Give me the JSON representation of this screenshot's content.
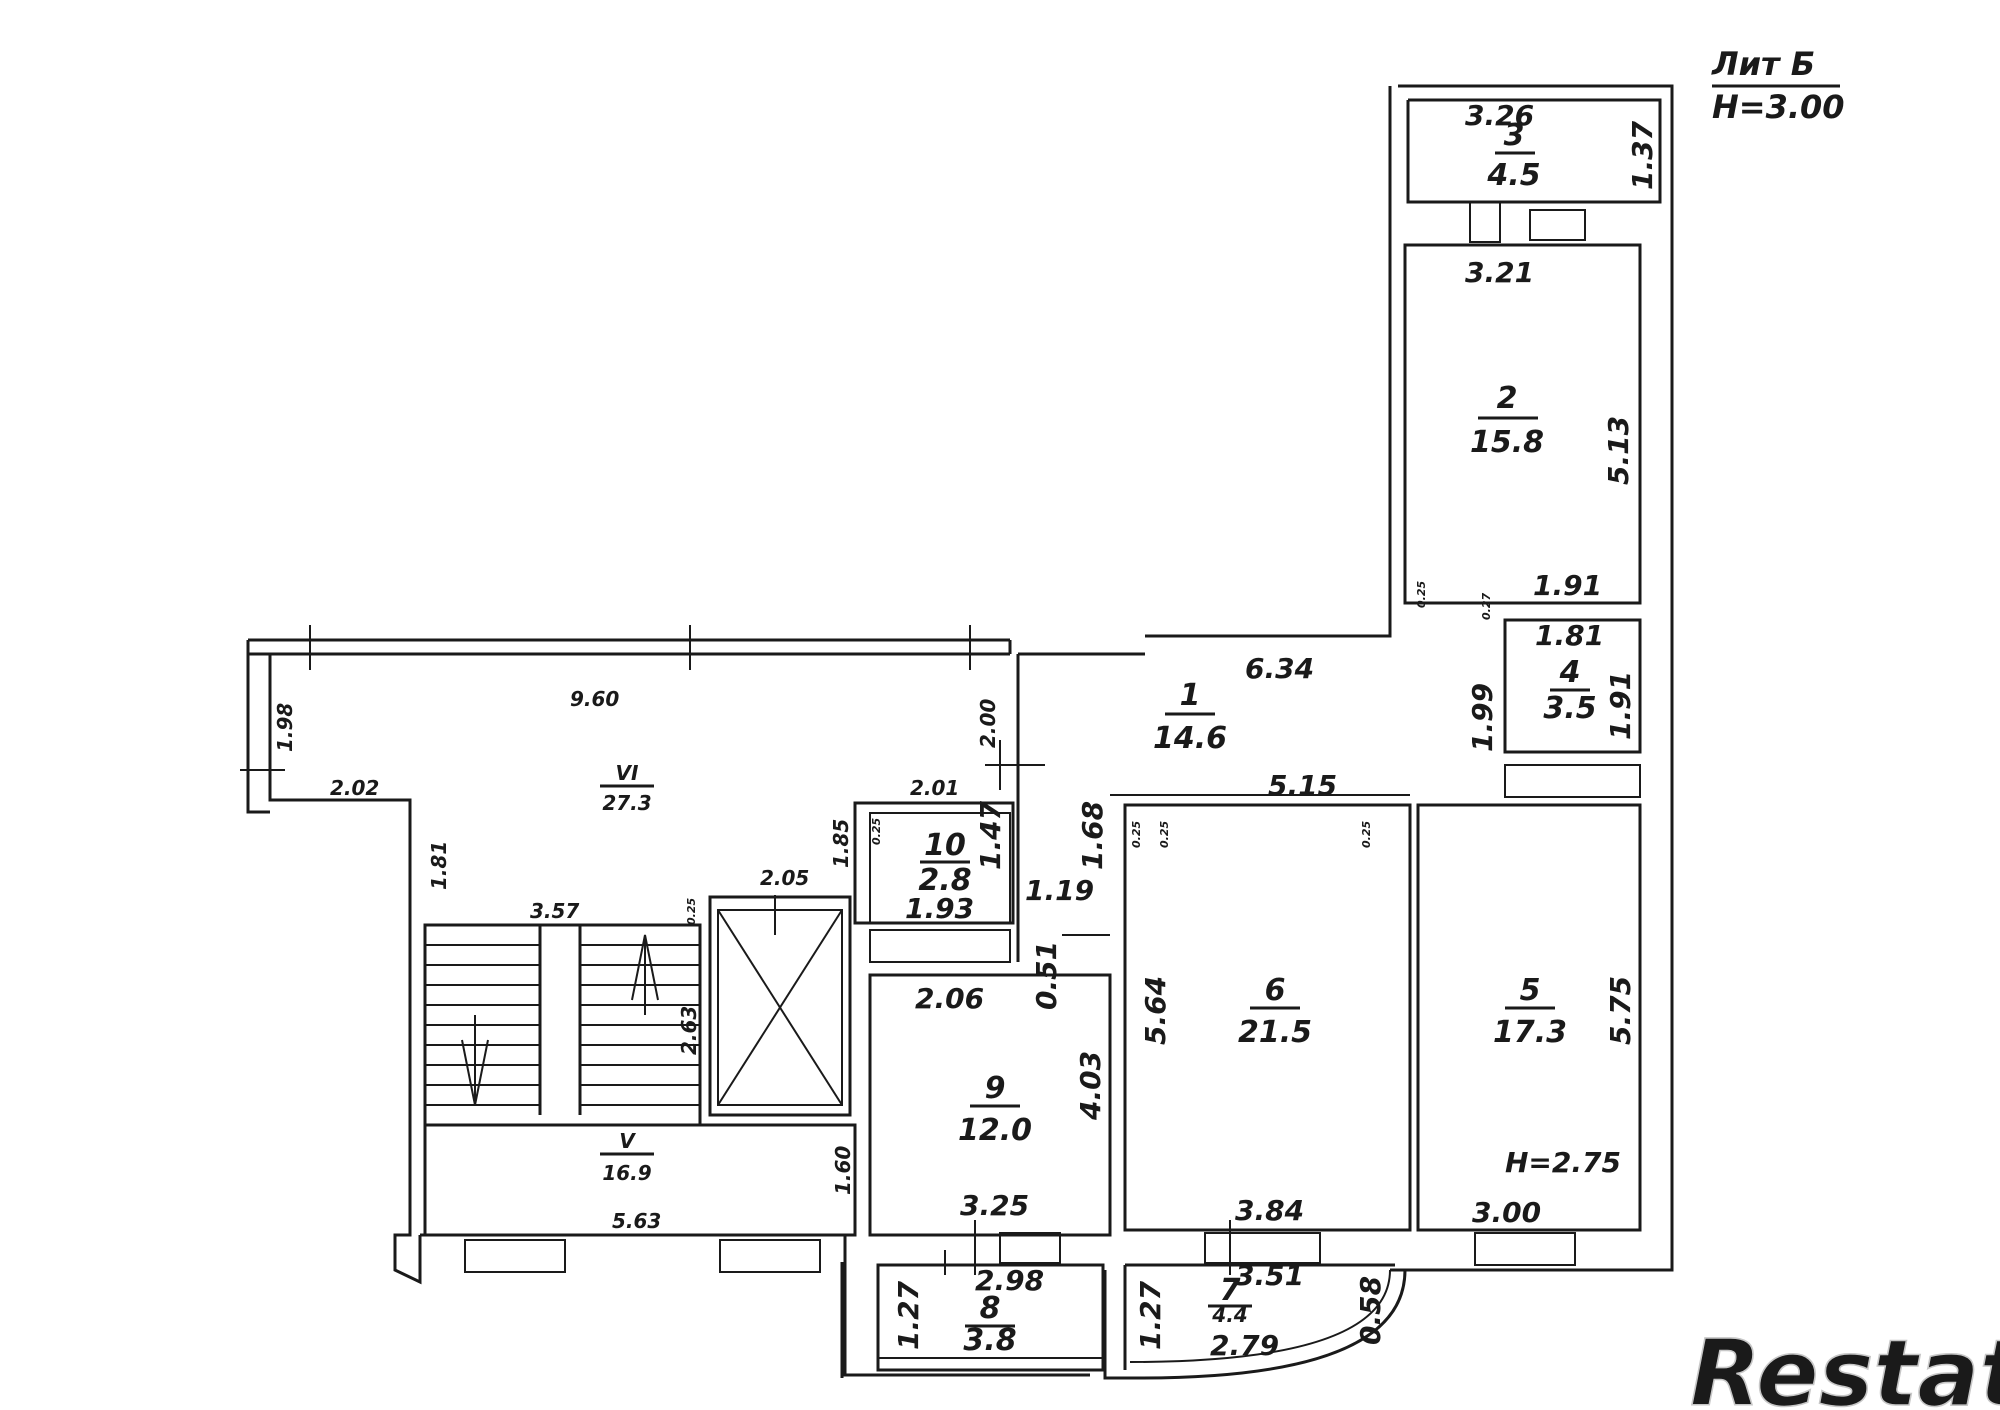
{
  "title": {
    "lit": "Лит Б",
    "height": "H=3.00"
  },
  "rooms": [
    {
      "id": "r3",
      "number": "3",
      "area": "4.5"
    },
    {
      "id": "r2",
      "number": "2",
      "area": "15.8"
    },
    {
      "id": "r4",
      "number": "4",
      "area": "3.5"
    },
    {
      "id": "r1",
      "number": "1",
      "area": "14.6"
    },
    {
      "id": "rVI",
      "number": "VI",
      "area": "27.3"
    },
    {
      "id": "r10",
      "number": "10",
      "area": "2.8"
    },
    {
      "id": "r6",
      "number": "6",
      "area": "21.5"
    },
    {
      "id": "r5",
      "number": "5",
      "area": "17.3"
    },
    {
      "id": "r9",
      "number": "9",
      "area": "12.0"
    },
    {
      "id": "rV",
      "number": "V",
      "area": "16.9"
    },
    {
      "id": "r8",
      "number": "8",
      "area": "3.8"
    },
    {
      "id": "r7",
      "number": "7",
      "area": "4.4"
    }
  ],
  "dimensions": [
    "3.26",
    "1.37",
    "3.21",
    "5.13",
    "1.91",
    "1.81",
    "1.91",
    "6.34",
    "1.99",
    "9.60",
    "1.98",
    "2.02",
    "2.00",
    "2.01",
    "1.85",
    "1.47",
    "1.68",
    "5.15",
    "1.81",
    "3.57",
    "2.05",
    "1.93",
    "1.19",
    "0.51",
    "2.06",
    "2.63",
    "4.03",
    "5.64",
    "5.75",
    "1.60",
    "5.63",
    "3.25",
    "3.84",
    "3.00",
    "2.98",
    "3.51",
    "0.58",
    "1.27",
    "1.27",
    "2.79"
  ],
  "small_labels": [
    "0.25",
    "0.27",
    "0.25",
    "0.25",
    "0.25",
    "0.25",
    "0.25"
  ],
  "room5_height": "H=2.75",
  "watermark": "Restate"
}
